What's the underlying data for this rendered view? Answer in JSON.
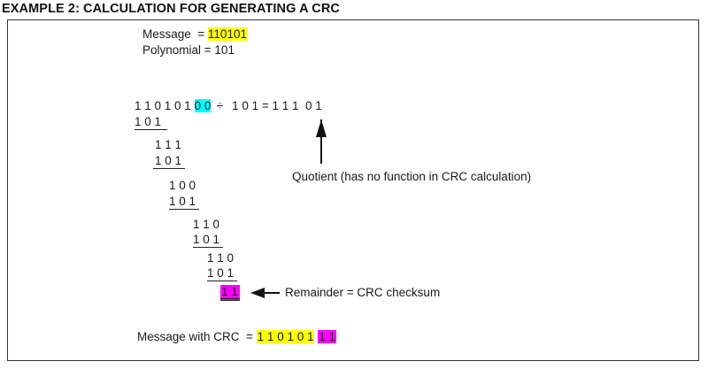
{
  "header": {
    "label": "EXAMPLE 2:",
    "title": "CALCULATION FOR GENERATING A CRC"
  },
  "inputs": {
    "message_label": "Message  = ",
    "message_value": "110101",
    "polynomial_label": "Polynomial = ",
    "polynomial_value": "101"
  },
  "division": {
    "dividend_message": "1 1 0 1 0 1 ",
    "dividend_padding": "0 0",
    "divide_symbol": "÷",
    "divisor_and_result": " 1 0 1 = 1 1 1  0 1",
    "rows": [
      {
        "text": "1 0 1",
        "underlined": true
      },
      {
        "text": "1 1 1",
        "underlined": false
      },
      {
        "text": "1 0 1",
        "underlined": true
      },
      {
        "text": "1 0 0",
        "underlined": false
      },
      {
        "text": "1 0 1",
        "underlined": true
      },
      {
        "text": "1 1 0",
        "underlined": false
      },
      {
        "text": "1 0 1",
        "underlined": true
      },
      {
        "text": "1 1 0",
        "underlined": false
      },
      {
        "text": "1 0 1",
        "underlined": true
      }
    ],
    "remainder": "1 1"
  },
  "annotations": {
    "quotient_note": "Quotient (has no function in CRC calculation)",
    "remainder_note": "Remainder = CRC checksum"
  },
  "result": {
    "label": "Message with CRC  = ",
    "message_part": "1 1 0 1 0 1",
    "crc_part": "1 1"
  },
  "colors": {
    "message_highlight": "#ffff00",
    "padding_highlight": "#00ffff",
    "crc_highlight": "#ff00ff"
  }
}
